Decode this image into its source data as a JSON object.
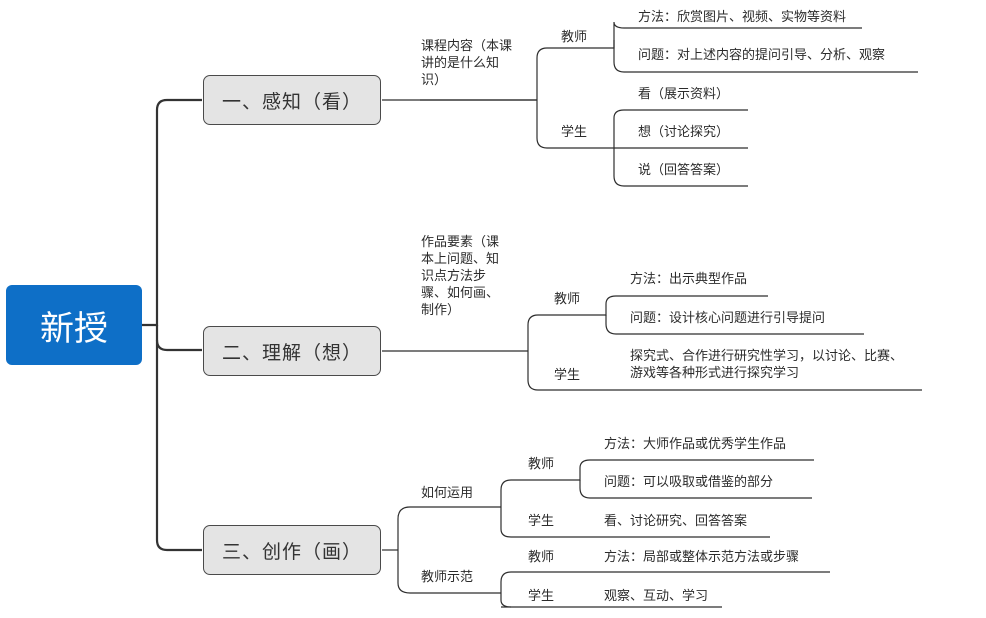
{
  "root": "新授",
  "branches": [
    {
      "title": "一、感知（看）",
      "topic": "课程内容（本课讲的是什么知识）",
      "teacher_label": "教师",
      "teacher": [
        "方法：欣赏图片、视频、实物等资料",
        "问题：对上述内容的提问引导、分析、观察"
      ],
      "student_label": "学生",
      "student": [
        "看（展示资料）",
        "想（讨论探究）",
        "说（回答答案）"
      ]
    },
    {
      "title": "二、理解（想）",
      "topic": "作品要素（课本上问题、知识点方法步骤、如何画、制作）",
      "teacher_label": "教师",
      "teacher": [
        "方法：出示典型作品",
        "问题：设计核心问题进行引导提问"
      ],
      "student_label": "学生",
      "student": [
        "探究式、合作进行研究性学习，以讨论、比赛、游戏等各种形式进行探究学习"
      ]
    },
    {
      "title": "三、创作（画）",
      "topics": [
        {
          "label": "如何运用",
          "teacher_label": "教师",
          "teacher": [
            "方法：大师作品或优秀学生作品",
            "问题：可以吸取或借鉴的部分"
          ],
          "student_label": "学生",
          "student": "看、讨论研究、回答答案"
        },
        {
          "label": "教师示范",
          "teacher_label": "教师",
          "teacher": "方法：局部或整体示范方法或步骤",
          "student_label": "学生",
          "student": "观察、互动、学习"
        }
      ]
    }
  ]
}
